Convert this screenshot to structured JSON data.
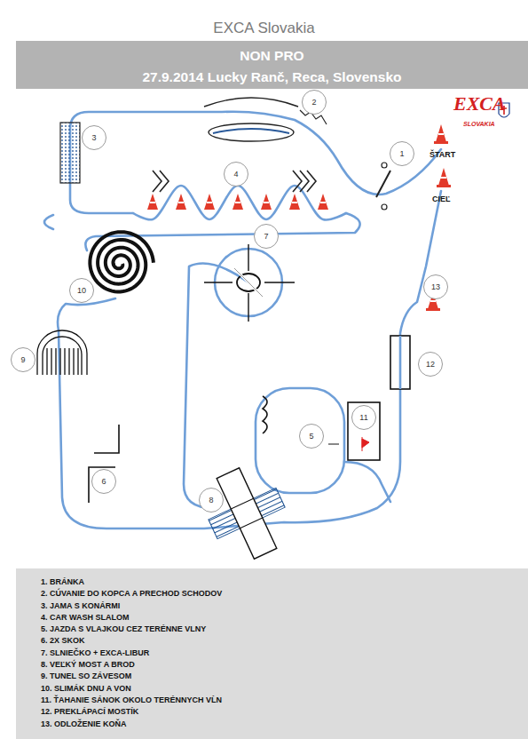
{
  "diagram": {
    "title": "EXCA Slovakia",
    "nodes": [
      {
        "text": [
          "NON PRO",
          "27.9.2014 Lucky Ranč, Reca, Slovensko"
        ]
      },
      {
        "text": [
          "1"
        ]
      },
      {
        "text": [
          "2"
        ]
      },
      {
        "text": [
          "3"
        ]
      },
      {
        "text": [
          "4"
        ]
      },
      {
        "text": [
          "5"
        ]
      },
      {
        "text": [
          "6"
        ]
      },
      {
        "text": [
          "7"
        ]
      },
      {
        "text": [
          "8"
        ]
      },
      {
        "text": [
          "9"
        ]
      },
      {
        "text": [
          "10"
        ]
      },
      {
        "text": [
          "11"
        ]
      },
      {
        "text": [
          "12"
        ]
      },
      {
        "text": [
          "13"
        ]
      },
      {
        "text": [
          "1. BRÁNKA",
          "2. CÚVANIE DO KOPCA A PRECHOD SCHODOV",
          "3. JAMA S KONÁRMI",
          "4. CAR WASH SLALOM",
          "5. JAZDA S VLAJKOU CEZ TERÉNNE VLNY",
          "6. 2X SKOK",
          "7. SLNIEČKO + EXCA-LIBUR",
          "8. VEĽKÝ MOST A BROD",
          "9. TUNEL SO ZÁVESOM",
          "10. SLIMÁK DNU A VON",
          "11. ŤAHANIE SÁNOK OKOLO TERÉNNYCH VĹN",
          "12. PREKLÁPACÍ MOSTÍK",
          "13. ODLOŽENIE KOŇA"
        ]
      }
    ],
    "labels": [
      "ŠTART",
      "CIEĽ",
      "EXCA",
      "SLOVAKIA"
    ]
  }
}
